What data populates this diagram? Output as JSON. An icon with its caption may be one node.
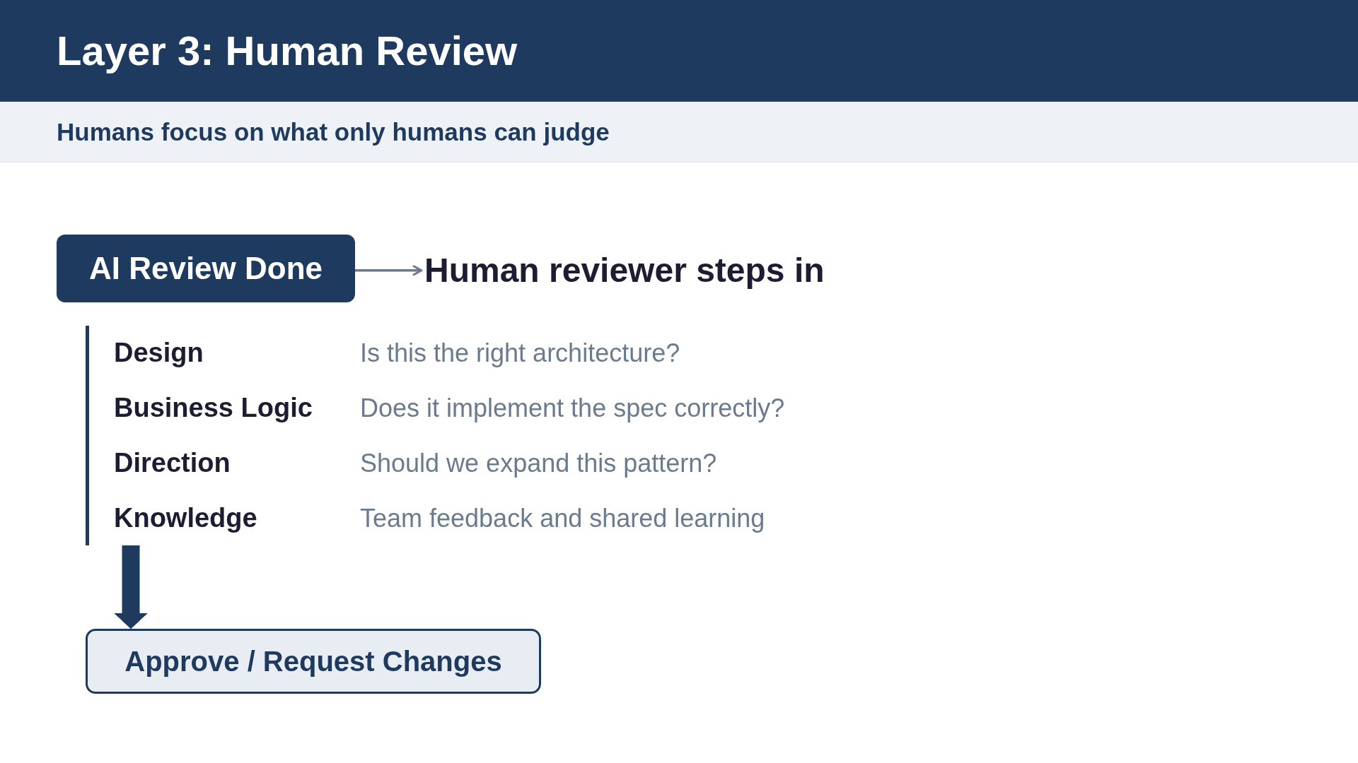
{
  "diagram": {
    "title": "Layer 3: Human Review",
    "nodes": [
      {
        "text": [
          "AI Review Done"
        ]
      },
      {
        "text": [
          "Human reviewer steps in"
        ]
      },
      {
        "text": [
          "Design",
          "Is this the right architecture?",
          "Business Logic",
          "Does it implement the spec correctly?",
          "Direction",
          "Should we expand this pattern?",
          "Knowledge",
          "Team feedback and shared learning"
        ]
      },
      {
        "text": [
          "Approve / Request Changes"
        ]
      }
    ],
    "edges": [
      {
        "from": 0,
        "to": 1,
        "arrow": "to",
        "color": "#6b7b8f"
      },
      {
        "from": 2,
        "to": 3,
        "arrow": "to",
        "style": "thick"
      }
    ],
    "labels": [
      "Humans focus on what only humans can judge"
    ]
  }
}
